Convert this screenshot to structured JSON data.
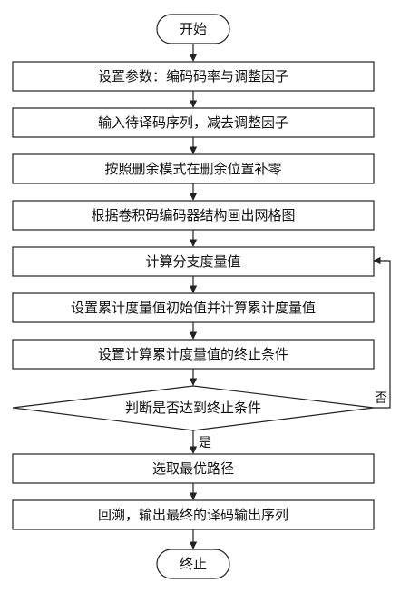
{
  "flowchart": {
    "start": "开始",
    "steps": [
      "设置参数：编码码率与调整因子",
      "输入待译码序列，减去调整因子",
      "按照删余模式在删余位置补零",
      "根据卷积码编码器结构画出网格图",
      "计算分支度量值",
      "设置累计度量值初始值并计算累计度量值",
      "设置计算累计度量值的终止条件"
    ],
    "decision": "判断是否达到终止条件",
    "yes_label": "是",
    "no_label": "否",
    "after_steps": [
      "选取最优路径",
      "回溯，输出最终的译码输出序列"
    ],
    "end": "终止"
  }
}
